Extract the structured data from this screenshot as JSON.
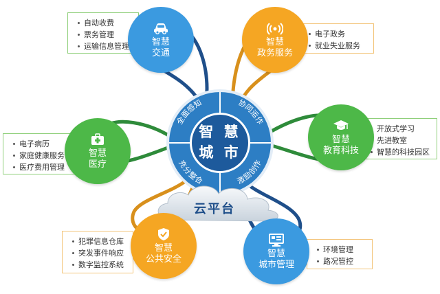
{
  "colors": {
    "blue": "#3b9ae0",
    "orange": "#f5a623",
    "green": "#4db848",
    "navy": "#1f4f8a",
    "ring": "#2d7ec4",
    "hub_inner": "#1d5a9c",
    "box_green_border": "#8fcf7a",
    "box_orange_border": "#f3c479"
  },
  "hub": {
    "line1": "智 慧",
    "line2": "城 市",
    "segments": [
      "全面感知",
      "协同运作",
      "激励创作",
      "充分整合"
    ]
  },
  "cloud": {
    "label": "云平台"
  },
  "nodes": [
    {
      "id": "traffic",
      "line1": "智慧",
      "line2": "交通",
      "icon": "car-icon",
      "items": [
        "自动收费",
        "票务管理",
        "运输信息管理"
      ]
    },
    {
      "id": "gov",
      "line1": "智慧",
      "line2": "政务服务",
      "icon": "broadcast-icon",
      "items": [
        "电子政务",
        "就业失业服务"
      ]
    },
    {
      "id": "edu",
      "line1": "智慧",
      "line2": "教育科技",
      "icon": "graduation-cap-icon",
      "items": [
        "开放式学习",
        "先进教室",
        "智慧的科技园区"
      ]
    },
    {
      "id": "city",
      "line1": "智慧",
      "line2": "城市管理",
      "icon": "monitor-icon",
      "items": [
        "环境管理",
        "路况管控"
      ]
    },
    {
      "id": "safety",
      "line1": "智慧",
      "line2": "公共安全",
      "icon": "shield-icon",
      "items": [
        "犯罪信息仓库",
        "突发事件响应",
        "数字监控系统"
      ]
    },
    {
      "id": "medical",
      "line1": "智慧",
      "line2": "医疗",
      "icon": "medical-kit-icon",
      "items": [
        "电子病历",
        "家庭健康服务",
        "医疗费用管理"
      ]
    }
  ]
}
